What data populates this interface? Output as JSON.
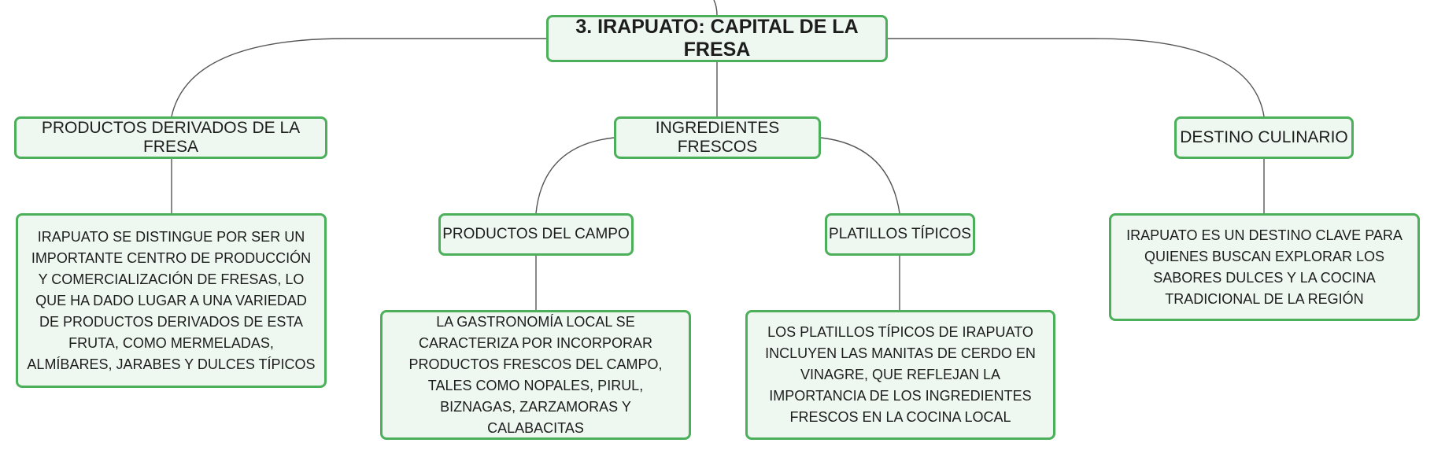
{
  "root": {
    "title": "3. IRAPUATO: CAPITAL DE LA FRESA"
  },
  "branches": {
    "productos_derivados": {
      "title": "PRODUCTOS DERIVADOS DE LA FRESA",
      "detail": "IRAPUATO SE DISTINGUE POR SER UN IMPORTANTE CENTRO DE PRODUCCIÓN Y COMERCIALIZACIÓN DE FRESAS, LO QUE HA DADO LUGAR A UNA VARIEDAD DE PRODUCTOS DERIVADOS DE ESTA FRUTA, COMO MERMELADAS, ALMÍBARES, JARABES Y DULCES TÍPICOS"
    },
    "ingredientes_frescos": {
      "title": "INGREDIENTES FRESCOS",
      "productos_campo": {
        "title": "PRODUCTOS DEL CAMPO",
        "detail": "LA GASTRONOMÍA LOCAL SE CARACTERIZA POR INCORPORAR PRODUCTOS FRESCOS DEL CAMPO, TALES COMO NOPALES, PIRUL, BIZNAGAS, ZARZAMORAS Y CALABACITAS"
      },
      "platillos_tipicos": {
        "title": "PLATILLOS TÍPICOS",
        "detail": "LOS PLATILLOS TÍPICOS DE IRAPUATO INCLUYEN LAS MANITAS DE CERDO EN VINAGRE, QUE REFLEJAN LA IMPORTANCIA DE LOS INGREDIENTES FRESCOS EN LA COCINA LOCAL"
      }
    },
    "destino_culinario": {
      "title": "DESTINO CULINARIO",
      "detail": "IRAPUATO ES UN DESTINO CLAVE PARA QUIENES BUSCAN EXPLORAR LOS SABORES DULCES Y LA COCINA TRADICIONAL DE LA REGIÓN"
    }
  },
  "colors": {
    "border": "#4caf5a",
    "fill": "#eef8f1",
    "line": "#555555"
  }
}
